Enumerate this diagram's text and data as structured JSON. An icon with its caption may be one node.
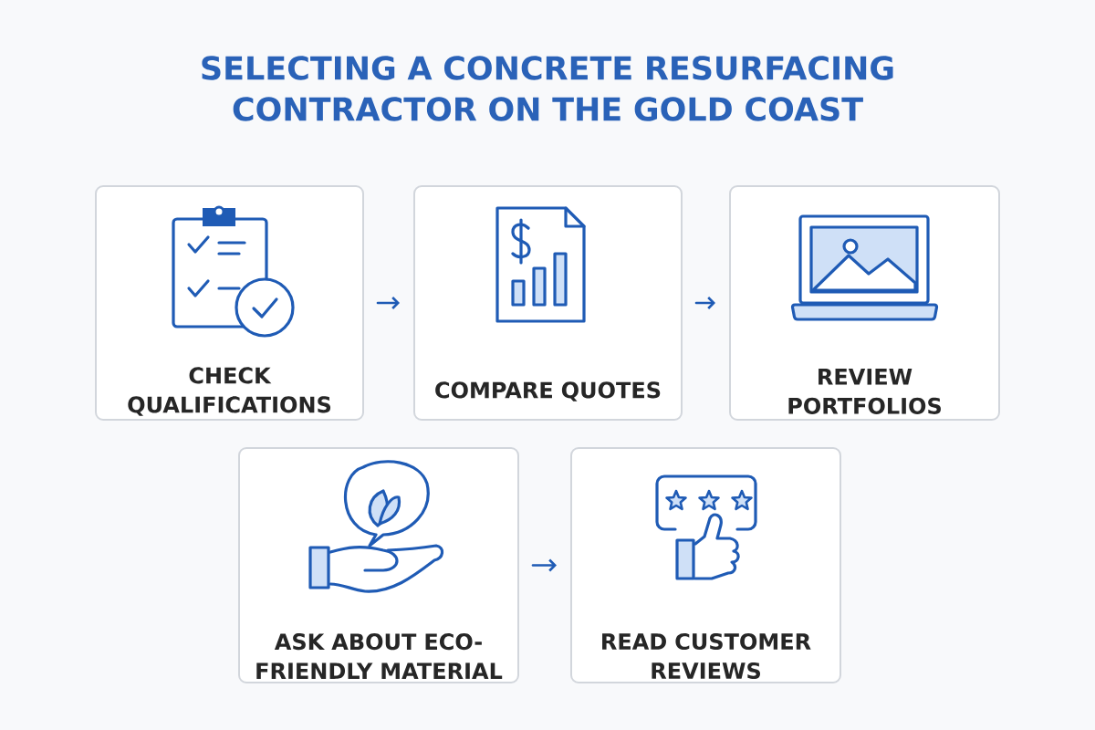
{
  "diagram": {
    "title": "SELECTING A CONCRETE RESURFACING CONTRACTOR ON THE GOLD COAST",
    "nodes": [
      {
        "text": [
          "CHECK QUALIFICATIONS"
        ]
      },
      {
        "text": [
          "COMPARE QUOTES"
        ]
      },
      {
        "text": [
          "REVIEW PORTFOLIOS"
        ]
      },
      {
        "text": [
          "ASK ABOUT ECO-FRIENDLY MATERIAL"
        ]
      },
      {
        "text": [
          "READ CUSTOMER REVIEWS"
        ]
      }
    ],
    "edges": [
      {
        "from": 0,
        "to": 1,
        "arrow": "to"
      },
      {
        "from": 1,
        "to": 2,
        "arrow": "to"
      },
      {
        "from": 3,
        "to": 4,
        "arrow": "to"
      }
    ]
  }
}
